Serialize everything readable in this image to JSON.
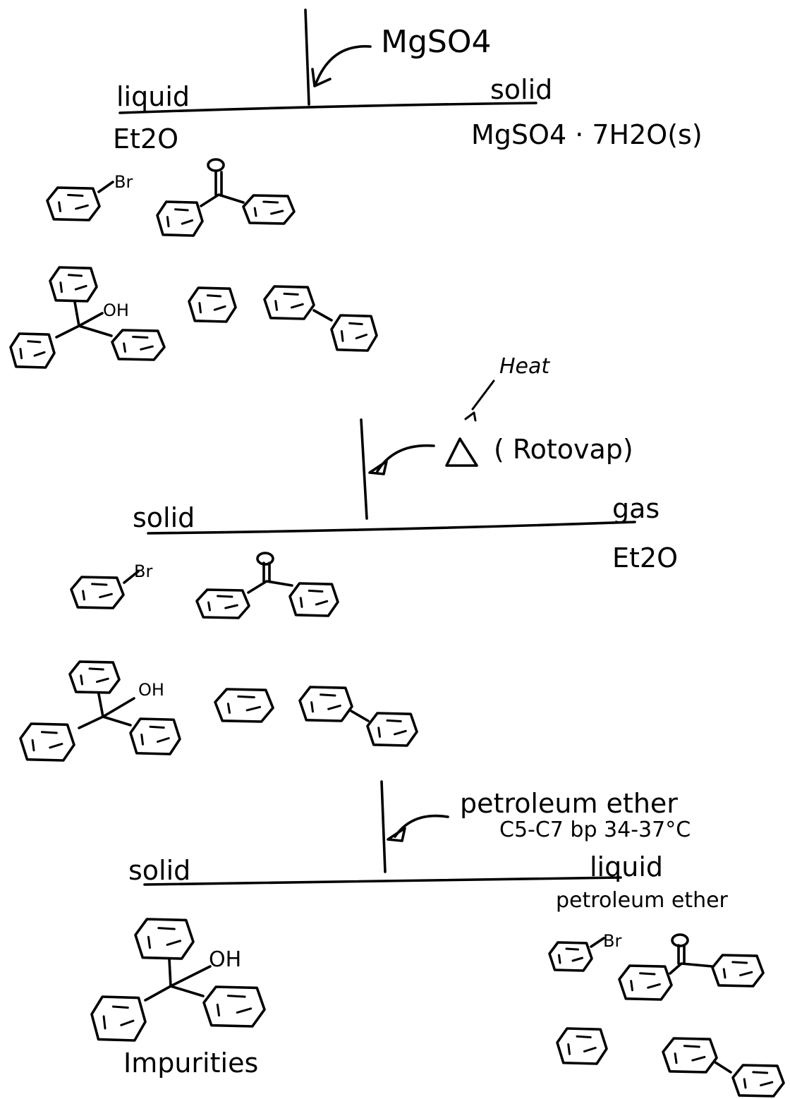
{
  "step1": {
    "reagent": "MgSO4",
    "left_label": "liquid",
    "left_content": "Et2O",
    "right_label": "solid",
    "right_content": "MgSO4 · 7H2O(s)"
  },
  "step2": {
    "reagent": "Δ (Rotovap)",
    "reagent_note": "Heat",
    "left_label": "solid",
    "right_label": "gas",
    "right_content": "Et2O"
  },
  "step3": {
    "reagent": "petroleum ether",
    "reagent_detail": "C5-C7  bp 34-37°C",
    "left_label": "solid",
    "left_caption": "Impurities",
    "right_label": "liquid",
    "right_content": "petroleum ether"
  },
  "atom_labels": {
    "bromine": "Br",
    "oxygen": "O",
    "hydroxyl": "OH"
  }
}
